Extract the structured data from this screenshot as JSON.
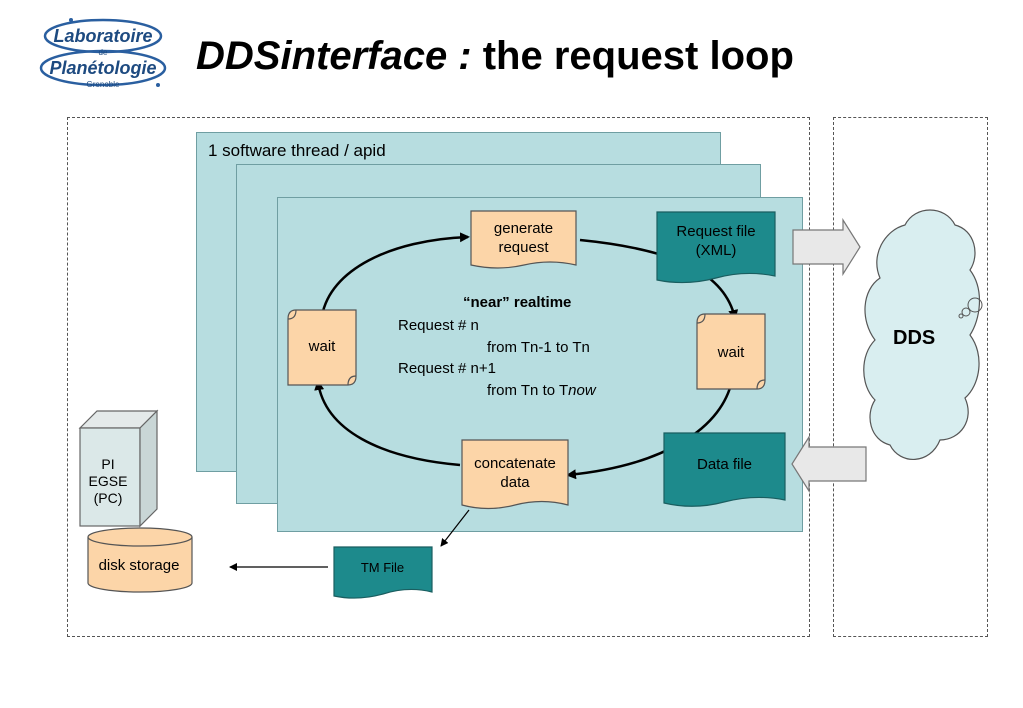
{
  "logo": {
    "line1": "Laboratoire",
    "line2": "de",
    "line3": "Planétologie",
    "line4": "Grenoble"
  },
  "title": {
    "italic": "DDSinterface :",
    "rest": " the request loop"
  },
  "panel": {
    "label": "1 software thread / apid"
  },
  "loop": {
    "generate": [
      "generate",
      "request"
    ],
    "wait_right": "wait",
    "wait_left": "wait",
    "concatenate": [
      "concatenate",
      "data"
    ]
  },
  "center": {
    "heading": "“near” realtime",
    "req1": "Request # n",
    "req1_range": "from Tn-1 to Tn",
    "req2": "Request # n+1",
    "req2_range_prefix": "from Tn to T",
    "req2_range_italic": "now"
  },
  "files": {
    "request_file": [
      "Request file",
      "(XML)"
    ],
    "data_file": "Data file",
    "tm_file": "TM File"
  },
  "dds": {
    "label": "DDS"
  },
  "pc": {
    "lines": [
      "PI",
      "EGSE",
      "(PC)"
    ]
  },
  "disk": {
    "label": "disk storage"
  },
  "colors": {
    "panel": "#b7dde0",
    "doc_orange": "#fcd5a8",
    "doc_teal": "#1d8a8c",
    "cloud": "#d9eef0"
  }
}
